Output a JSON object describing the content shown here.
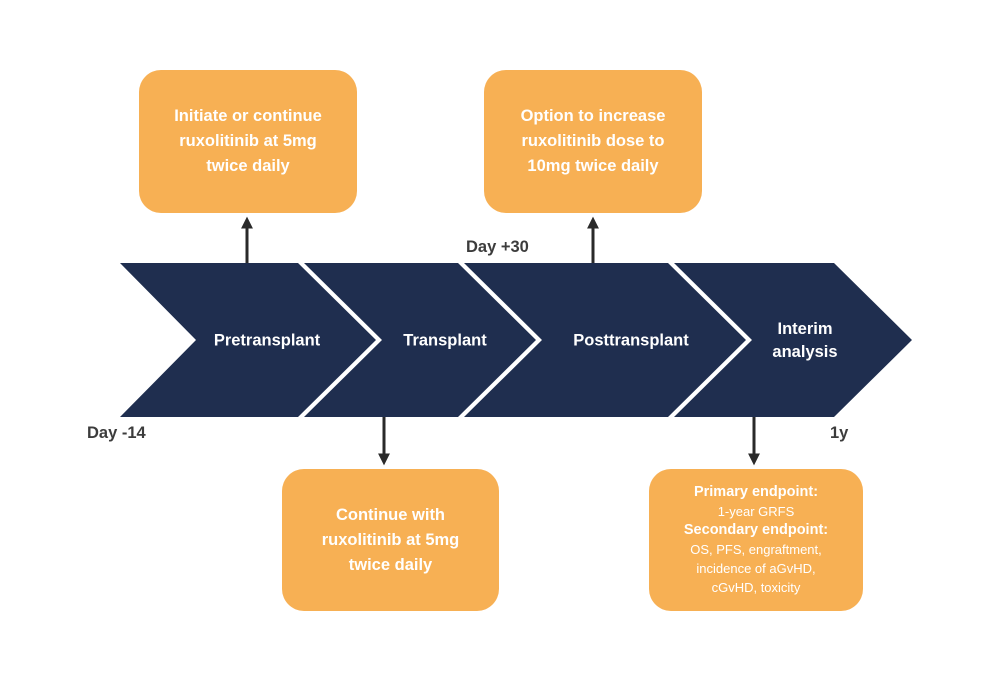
{
  "colors": {
    "chevron": "#1f2e4f",
    "box": "#f7b054",
    "arrow": "#2a2a2a",
    "day_label": "#3c3c3c"
  },
  "stages": [
    {
      "lines": [
        "Pretransplant"
      ]
    },
    {
      "lines": [
        "Transplant"
      ]
    },
    {
      "lines": [
        "Posttransplant"
      ]
    },
    {
      "lines": [
        "Interim",
        "analysis"
      ]
    }
  ],
  "days": {
    "start": "Day -14",
    "mid": "Day +30",
    "end": "1y"
  },
  "boxes": {
    "initiate": [
      "Initiate or continue",
      "ruxolitinib at 5mg",
      "twice daily"
    ],
    "option": [
      "Option to increase",
      "ruxolitinib dose to",
      "10mg twice daily"
    ],
    "continue": [
      "Continue with",
      "ruxolitinib at 5mg",
      "twice daily"
    ],
    "endpoints": {
      "primary_heading": "Primary endpoint:",
      "primary_text": "1-year GRFS",
      "secondary_heading": "Secondary endpoint:",
      "secondary_lines": [
        "OS, PFS, engraftment,",
        "incidence of aGvHD,",
        "cGvHD, toxicity"
      ]
    }
  }
}
